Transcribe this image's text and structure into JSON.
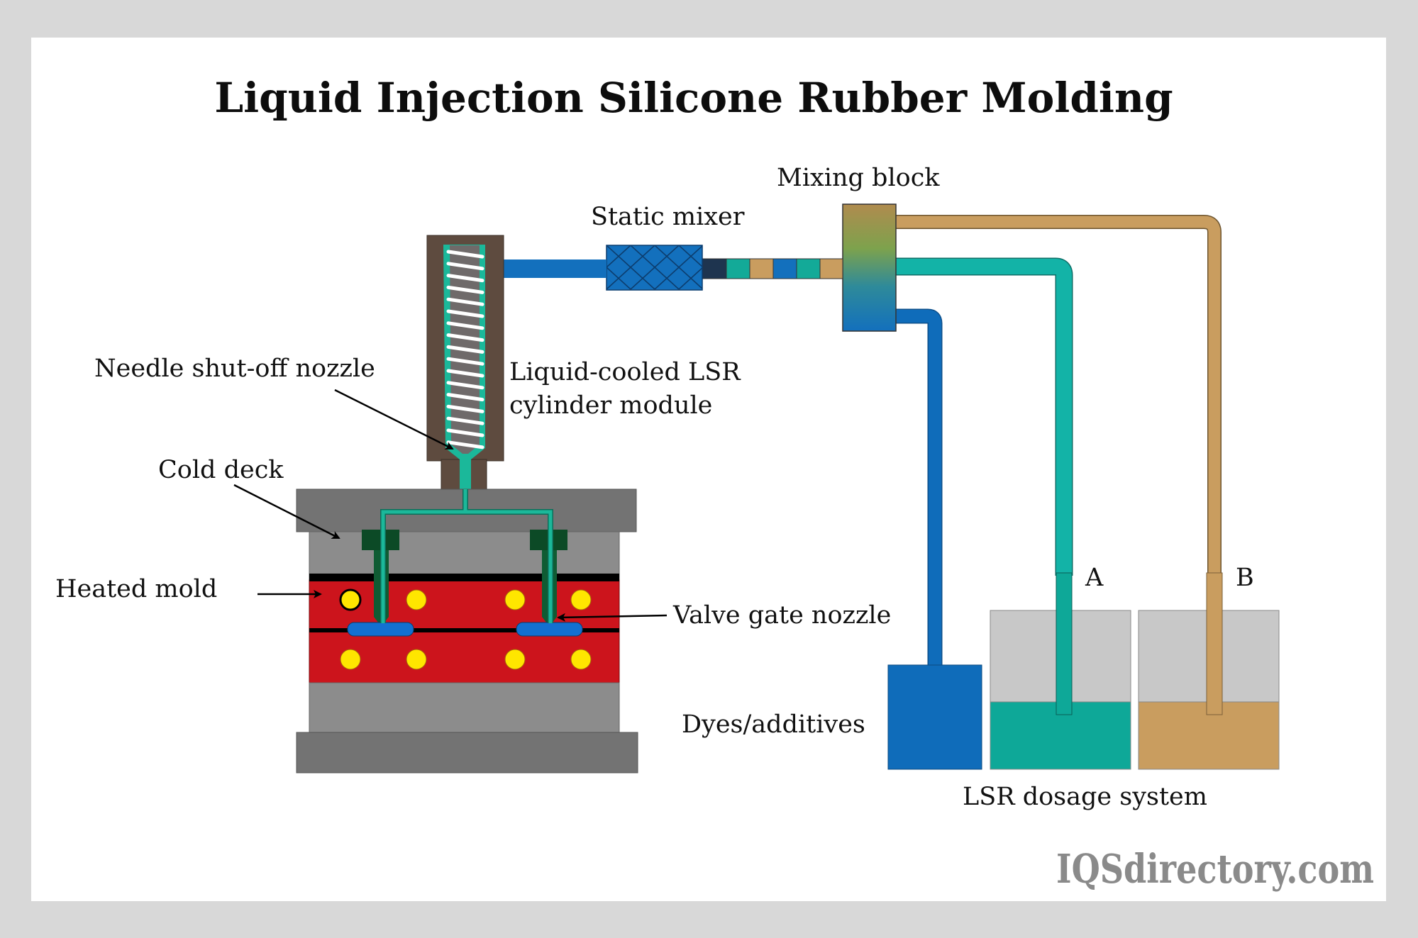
{
  "title": "Liquid Injection Silicone Rubber Molding",
  "watermark": "IQSdirectory.com",
  "labels": {
    "mixing_block": "Mixing block",
    "static_mixer": "Static mixer",
    "needle_nozzle": "Needle shut-off nozzle",
    "cylinder_line1": "Liquid-cooled LSR",
    "cylinder_line2": "cylinder module",
    "cold_deck": "Cold deck",
    "heated_mold": "Heated mold",
    "valve_gate": "Valve gate nozzle",
    "dyes": "Dyes/additives",
    "tank_a": "A",
    "tank_b": "B",
    "dosage_system": "LSR dosage system"
  },
  "colors": {
    "frame": "#d8d8d8",
    "background": "#ffffff",
    "cylinder_housing": "#5e4b3f",
    "screw_core": "#6f6a6a",
    "lsr_teal": "#1bb89a",
    "component_a": "#0ea898",
    "component_b": "#c99d5f",
    "dye_blue": "#0f6cba",
    "mold_plate_dark": "#737373",
    "mold_body": "#8c8c8c",
    "heated_red": "#cc141c",
    "heater_yellow": "#ffe600",
    "nozzle_green": "#0f5c33",
    "nozzle_cap": "#0c4a26",
    "tank_gray": "#c8c8c8"
  }
}
